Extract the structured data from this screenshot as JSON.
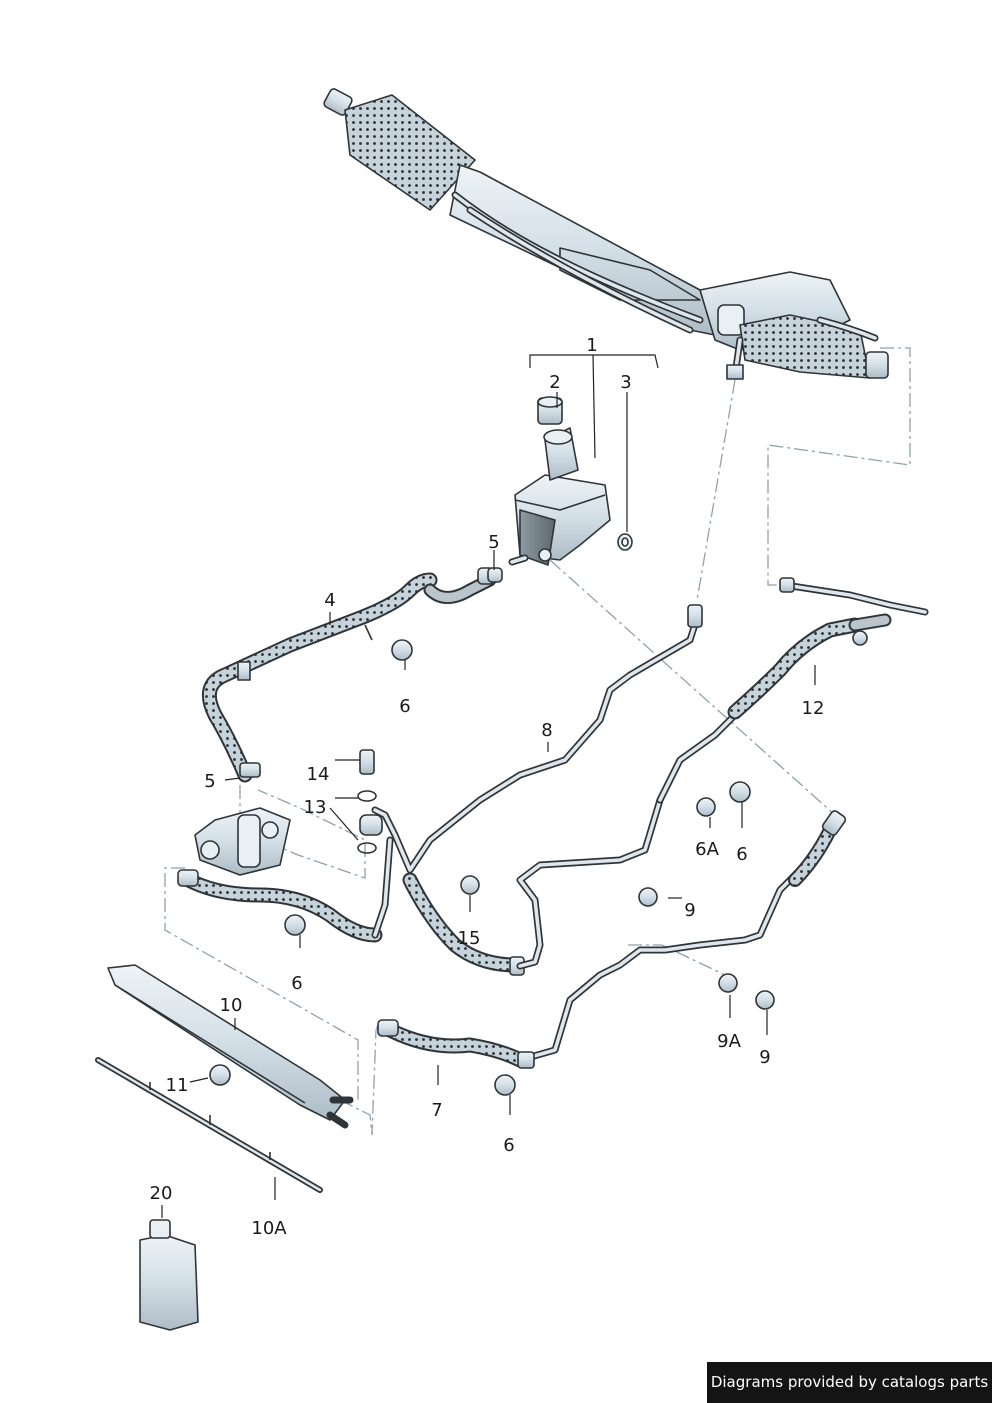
{
  "diagram": {
    "labels": [
      {
        "id": "1",
        "text": "1"
      },
      {
        "id": "2",
        "text": "2"
      },
      {
        "id": "3",
        "text": "3"
      },
      {
        "id": "4",
        "text": "4"
      },
      {
        "id": "5a",
        "text": "5"
      },
      {
        "id": "5b",
        "text": "5"
      },
      {
        "id": "6a",
        "text": "6"
      },
      {
        "id": "6b",
        "text": "6"
      },
      {
        "id": "6c",
        "text": "6"
      },
      {
        "id": "6d",
        "text": "6"
      },
      {
        "id": "6A",
        "text": "6A"
      },
      {
        "id": "7",
        "text": "7"
      },
      {
        "id": "8",
        "text": "8"
      },
      {
        "id": "9a",
        "text": "9"
      },
      {
        "id": "9b",
        "text": "9"
      },
      {
        "id": "9A",
        "text": "9A"
      },
      {
        "id": "10",
        "text": "10"
      },
      {
        "id": "10A",
        "text": "10A"
      },
      {
        "id": "11",
        "text": "11"
      },
      {
        "id": "12",
        "text": "12"
      },
      {
        "id": "13",
        "text": "13"
      },
      {
        "id": "14",
        "text": "14"
      },
      {
        "id": "15",
        "text": "15"
      },
      {
        "id": "20",
        "text": "20"
      }
    ],
    "credit": "Diagrams provided by catalogs parts",
    "colors": {
      "part_fill": "#d6e2ea",
      "outline": "#2f3438",
      "hose_texture": "#b9c4cb",
      "dash_line": "#8fa2ae"
    }
  }
}
